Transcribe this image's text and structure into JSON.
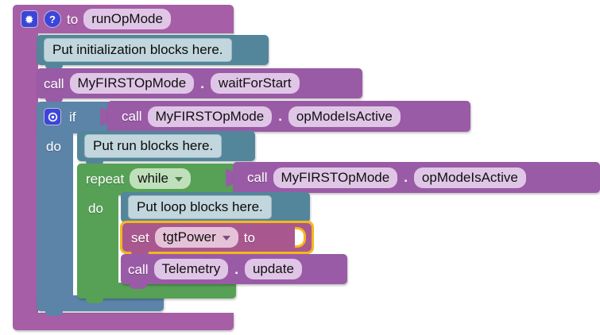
{
  "editor": {
    "name": "blockly-workspace",
    "background": "#ffffff"
  },
  "palette": {
    "procedure_purple": "#a65fa6",
    "call_purple": "#9a5ba6",
    "control_blue": "#5b84a8",
    "loop_green": "#56a155",
    "comment_teal": "#53869b",
    "variable_magenta": "#a8588f",
    "selection_gold": "#f5b71a",
    "icon_blue": "#3b46d8",
    "field_lavender": "#e0c6e6",
    "field_green": "#bfe0ba",
    "comment_field": "#c2d6dd"
  },
  "blocks": {
    "procedure": {
      "gear_icon": "gear-icon",
      "help_icon": "help-icon",
      "help_glyph": "?",
      "to_label": "to",
      "name": "runOpMode"
    },
    "comment_init": {
      "text": "Put initialization blocks here."
    },
    "call_wait": {
      "call_label": "call",
      "object": "MyFIRSTOpMode",
      "separator": ".",
      "method": "waitForStart"
    },
    "if_block": {
      "gear_icon": "gear-icon",
      "if_label": "if",
      "do_label": "do",
      "condition": {
        "call_label": "call",
        "object": "MyFIRSTOpMode",
        "separator": ".",
        "method": "opModeIsActive"
      }
    },
    "comment_run": {
      "text": "Put run blocks here."
    },
    "repeat_block": {
      "repeat_label": "repeat",
      "mode": "while",
      "mode_caret": "chevron-down-icon",
      "do_label": "do",
      "condition": {
        "call_label": "call",
        "object": "MyFIRSTOpMode",
        "separator": ".",
        "method": "opModeIsActive"
      }
    },
    "comment_loop": {
      "text": "Put loop blocks here."
    },
    "set_block": {
      "set_label": "set",
      "variable": "tgtPower",
      "variable_caret": "chevron-down-icon",
      "to_label": "to",
      "value": "",
      "selected": true
    },
    "call_telemetry": {
      "call_label": "call",
      "object": "Telemetry",
      "separator": ".",
      "method": "update"
    }
  }
}
